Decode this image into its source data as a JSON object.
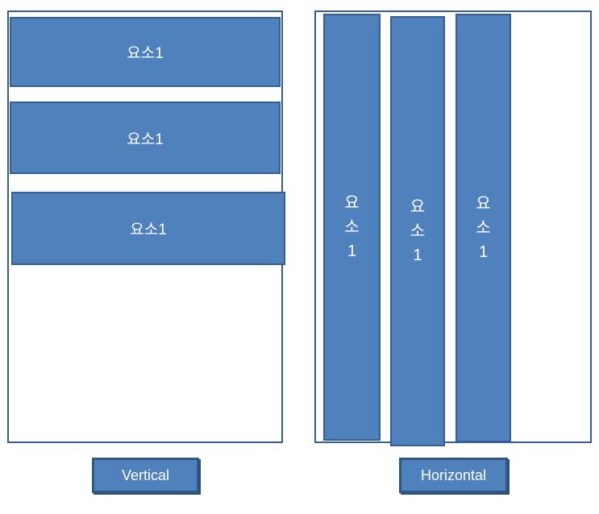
{
  "colors": {
    "bar_fill": "#4F81BD",
    "bar_border": "#365F91",
    "panel_border": "#365F91",
    "button_fill": "#4F81BD",
    "button_border": "#2E5880",
    "text": "#FFFFFF",
    "background": "#FFFFFF"
  },
  "vertical_panel": {
    "items": [
      {
        "label": "요소1"
      },
      {
        "label": "요소1"
      },
      {
        "label": "요소1"
      }
    ],
    "button_label": "Vertical"
  },
  "horizontal_panel": {
    "items": [
      {
        "label": "요소1",
        "lines": [
          "요",
          "소",
          "1"
        ]
      },
      {
        "label": "요소1",
        "lines": [
          "요",
          "소",
          "1"
        ]
      },
      {
        "label": "요소1",
        "lines": [
          "요",
          "소",
          "1"
        ]
      }
    ],
    "button_label": "Horizontal"
  }
}
